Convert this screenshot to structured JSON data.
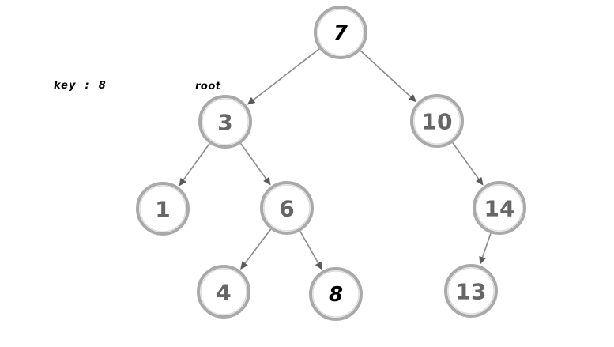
{
  "key_label": "key  :  8",
  "root_label": "root",
  "tree": {
    "nodes": [
      {
        "id": "n7",
        "value": "7",
        "highlight": true
      },
      {
        "id": "n3",
        "value": "3",
        "highlight": false
      },
      {
        "id": "n10",
        "value": "10",
        "highlight": false
      },
      {
        "id": "n1",
        "value": "1",
        "highlight": false
      },
      {
        "id": "n6",
        "value": "6",
        "highlight": false
      },
      {
        "id": "n14",
        "value": "14",
        "highlight": false
      },
      {
        "id": "n4",
        "value": "4",
        "highlight": false
      },
      {
        "id": "n8",
        "value": "8",
        "highlight": true
      },
      {
        "id": "n13",
        "value": "13",
        "highlight": false
      }
    ],
    "edges": [
      {
        "from": "n7",
        "to": "n3"
      },
      {
        "from": "n7",
        "to": "n10"
      },
      {
        "from": "n3",
        "to": "n1"
      },
      {
        "from": "n3",
        "to": "n6"
      },
      {
        "from": "n10",
        "to": "n14"
      },
      {
        "from": "n6",
        "to": "n4"
      },
      {
        "from": "n6",
        "to": "n8"
      },
      {
        "from": "n14",
        "to": "n13"
      }
    ]
  }
}
